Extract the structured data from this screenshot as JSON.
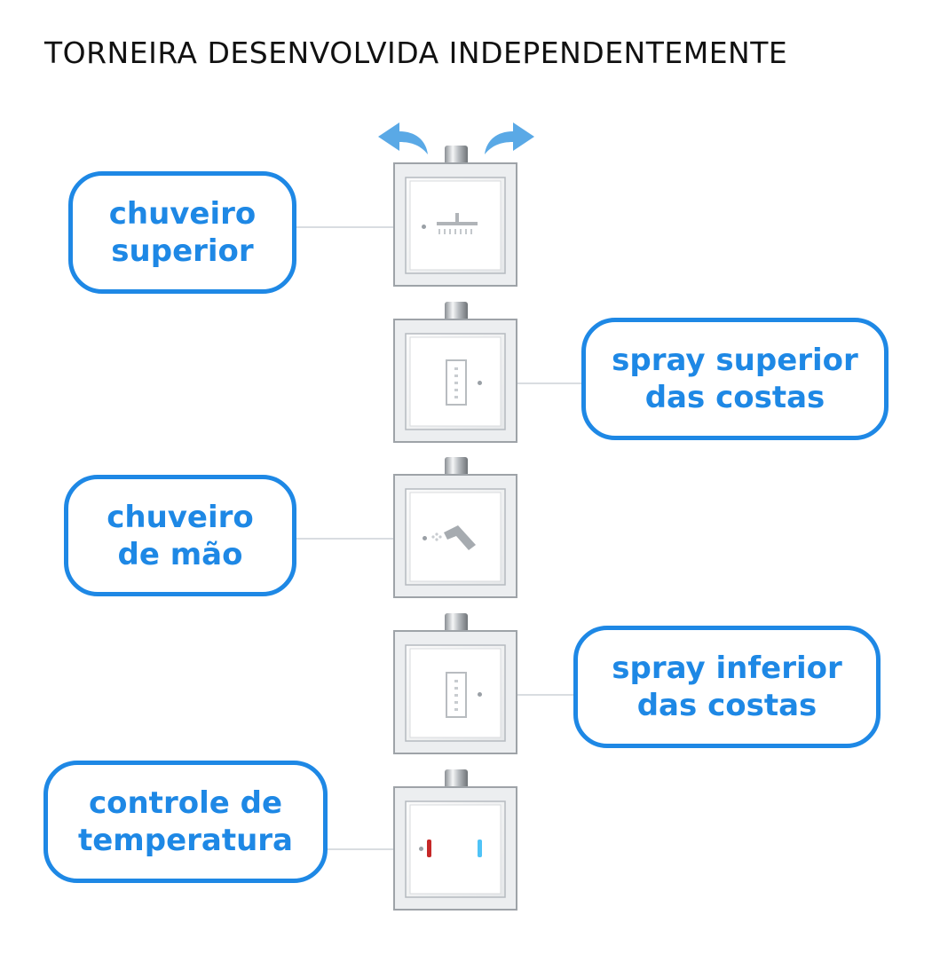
{
  "title": "TORNEIRA DESENVOLVIDA INDEPENDENTEMENTE",
  "labels": [
    {
      "line1": "chuveiro",
      "line2": "superior"
    },
    {
      "line1": "spray superior",
      "line2": "das costas"
    },
    {
      "line1": "chuveiro",
      "line2": "de mão"
    },
    {
      "line1": "spray inferior",
      "line2": "das costas"
    },
    {
      "line1": "controle de",
      "line2": "temperatura"
    }
  ],
  "colors": {
    "accent": "#1e88e5",
    "arrow": "#5aa9e6",
    "hot_indicator": "#c62828",
    "cold_indicator": "#4fc3f7"
  },
  "icons": [
    "overhead-shower-icon",
    "back-spray-icon",
    "hand-shower-icon",
    "back-spray-icon",
    "temperature-indicator-icon"
  ]
}
